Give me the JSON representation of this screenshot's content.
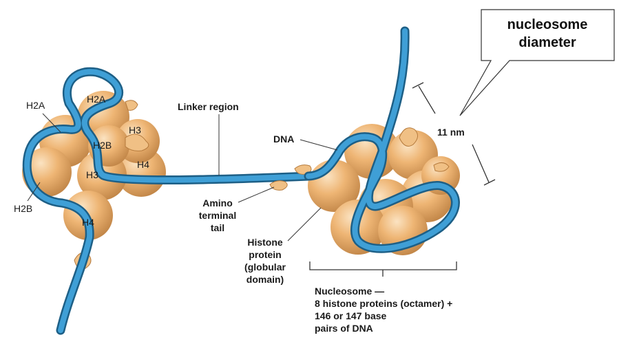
{
  "callout": {
    "line1": "nucleosome",
    "line2": "diameter"
  },
  "left_histones": {
    "h2a_outer": "H2A",
    "h2a_top": "H2A",
    "h3_right": "H3",
    "h2b_inner": "H2B",
    "h4_right": "H4",
    "h3_center": "H3",
    "h2b_outer": "H2B",
    "h4_bottom": "H4"
  },
  "labels": {
    "linker": "Linker region",
    "dna": "DNA",
    "measure": "11 nm",
    "amino": [
      "Amino",
      "terminal",
      "tail"
    ],
    "histone": [
      "Histone",
      "protein",
      "(globular",
      "domain)"
    ],
    "nucleosome": [
      "Nucleosome —",
      "8 histone proteins (octamer) +",
      "146 or 147 base",
      "pairs of DNA"
    ]
  },
  "colors": {
    "dna": "#2f8fc4",
    "dna_dark": "#1d5f86",
    "histone": "#e9ae6a",
    "histone_dark": "#b57a3c",
    "histone_light": "#f8d9b0"
  }
}
